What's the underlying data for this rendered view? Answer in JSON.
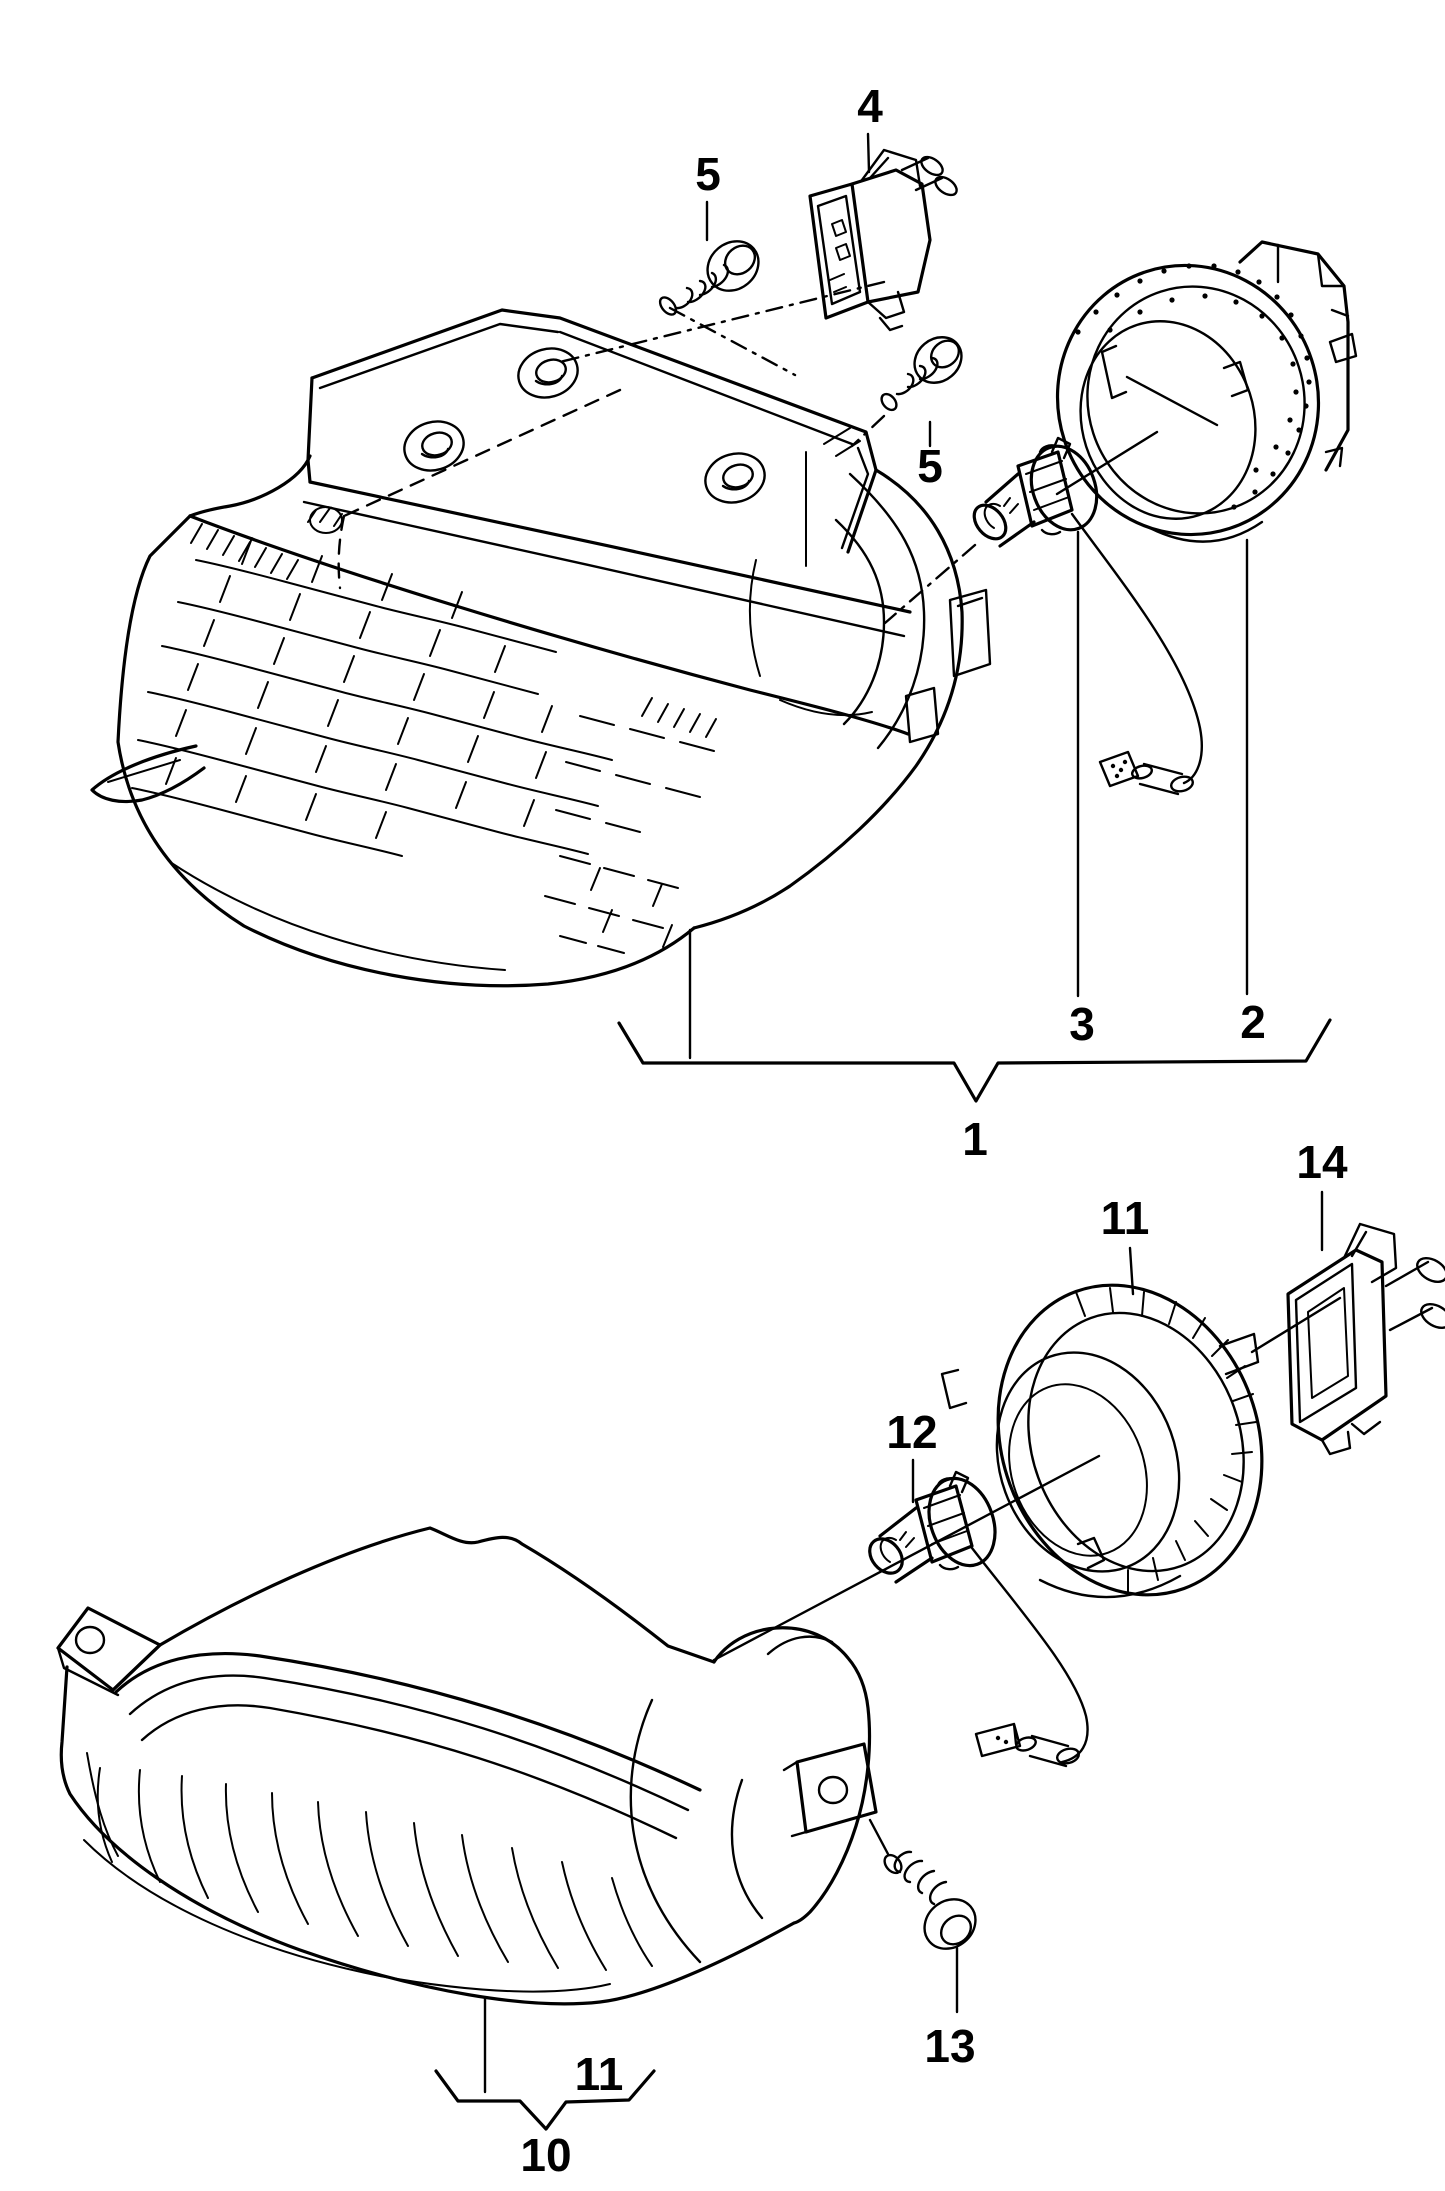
{
  "diagram": {
    "kind": "exploded-parts-line-drawing",
    "background_color": "#ffffff",
    "line_color": "#000000",
    "sections": [
      {
        "id": "upper-assembly",
        "description_labels": [
          "1",
          "2",
          "3",
          "4",
          "5",
          "5"
        ],
        "group_bracket_label": "1"
      },
      {
        "id": "lower-assembly",
        "description_labels": [
          "10",
          "11",
          "11",
          "12",
          "13",
          "14"
        ],
        "group_bracket_label": "10"
      }
    ]
  },
  "callouts": {
    "part4": {
      "label": "4"
    },
    "part5_upper": {
      "label": "5"
    },
    "part5_lower": {
      "label": "5"
    },
    "part3": {
      "label": "3"
    },
    "part2": {
      "label": "2"
    },
    "part1": {
      "label": "1"
    },
    "part11_top": {
      "label": "11"
    },
    "part14": {
      "label": "14"
    },
    "part12": {
      "label": "12"
    },
    "part13": {
      "label": "13"
    },
    "part11_bracket": {
      "label": "11"
    },
    "part10": {
      "label": "10"
    }
  }
}
